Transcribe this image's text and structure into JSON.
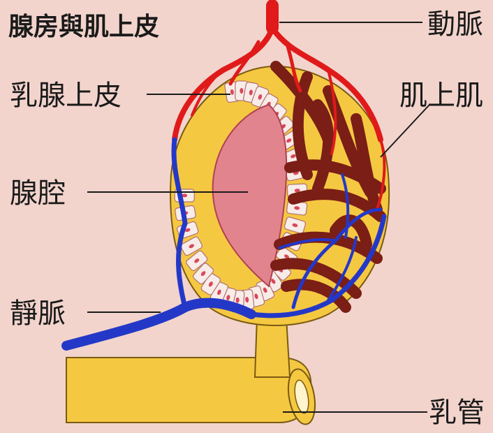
{
  "title": "腺房與肌上皮",
  "labels": {
    "artery": "動脈",
    "myoepithelium": "肌上肌",
    "gland_epithelium": "乳腺上皮",
    "lumen": "腺腔",
    "vein": "靜脈",
    "milk_duct": "乳管"
  },
  "colors": {
    "background": "#f2d4cc",
    "gland_fill": "#f5c842",
    "duct_fill": "#f5c842",
    "epithelium_cell": "#f8ece8",
    "cell_nucleus": "#d9485b",
    "lumen_fill": "#e2848e",
    "artery": "#e01a1a",
    "vein": "#2438c8",
    "muscle": "#7a1e16",
    "text": "#1a1a1a"
  }
}
